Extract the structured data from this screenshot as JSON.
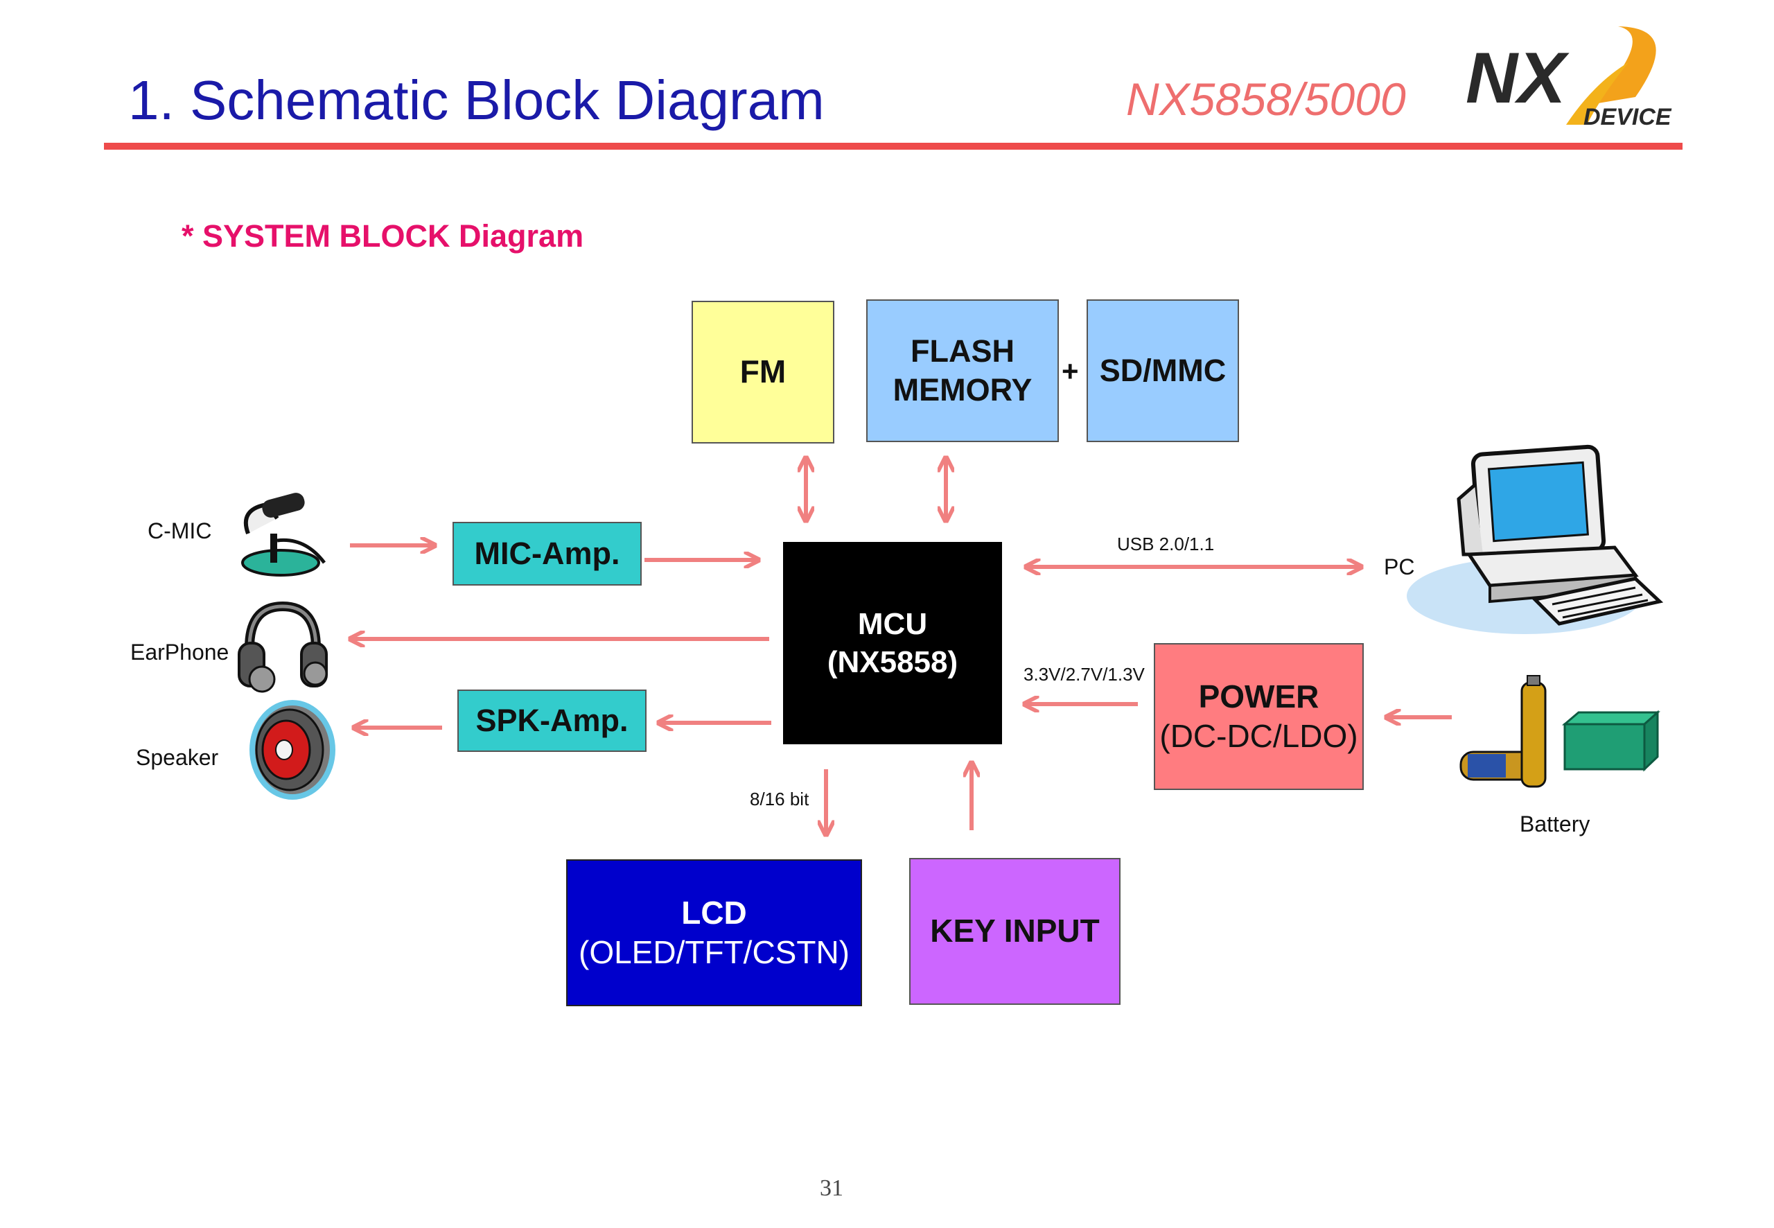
{
  "header": {
    "title": "1. Schematic Block Diagram",
    "model": "NX5858/5000",
    "logo_text": "NX",
    "logo_subtext": "DEVICE"
  },
  "subtitle": "* SYSTEM BLOCK Diagram",
  "blocks": {
    "fm": "FM",
    "flash_line1": "FLASH",
    "flash_line2": "MEMORY",
    "plus": "+",
    "sdmmc": "SD/MMC",
    "mic_amp": "MIC-Amp.",
    "spk_amp": "SPK-Amp.",
    "mcu_line1": "MCU",
    "mcu_line2": "(NX5858)",
    "power_line1": "POWER",
    "power_line2": "(DC-DC/LDO)",
    "lcd_line1": "LCD",
    "lcd_line2": "(OLED/TFT/CSTN)",
    "key_input": "KEY INPUT"
  },
  "devices": {
    "cmic": "C-MIC",
    "earphone": "EarPhone",
    "speaker": "Speaker",
    "pc": "PC",
    "battery": "Battery"
  },
  "signals": {
    "usb": "USB 2.0/1.1",
    "voltage": "3.3V/2.7V/1.3V",
    "bus": "8/16 bit"
  },
  "colors": {
    "fm": "#ffff99",
    "flash": "#99ccff",
    "sdmmc": "#99ccff",
    "amp": "#33cccc",
    "mcu": "#000000",
    "power": "#ff7c80",
    "lcd": "#0000cc",
    "key_input": "#cc66ff",
    "arrow": "#f08080"
  },
  "icons": [
    "microphone-icon",
    "headphones-icon",
    "speaker-icon",
    "computer-icon",
    "battery-icon"
  ],
  "page_number": "31"
}
